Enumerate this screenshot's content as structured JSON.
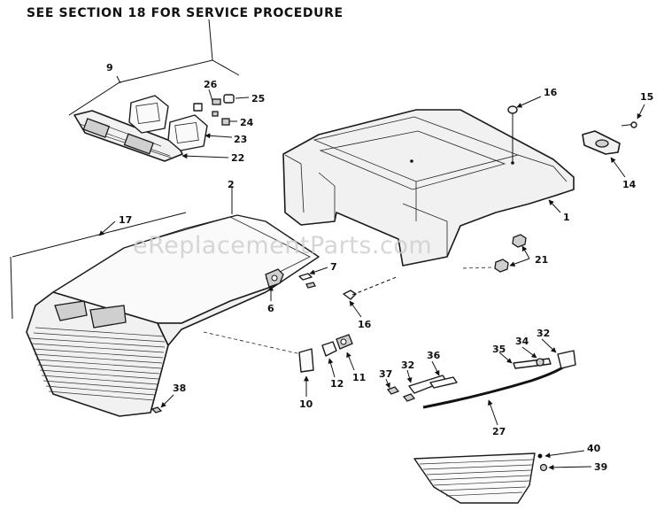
{
  "header": {
    "text": "SEE SECTION 18 FOR SERVICE PROCEDURE"
  },
  "watermark": {
    "text": "eReplacementParts.com"
  },
  "callouts": [
    "9",
    "26",
    "25",
    "24",
    "23",
    "22",
    "16",
    "15",
    "14",
    "2",
    "17",
    "1",
    "21",
    "7",
    "6",
    "16",
    "35",
    "34",
    "32",
    "36",
    "32",
    "37",
    "12",
    "11",
    "10",
    "38",
    "27",
    "40",
    "39"
  ]
}
